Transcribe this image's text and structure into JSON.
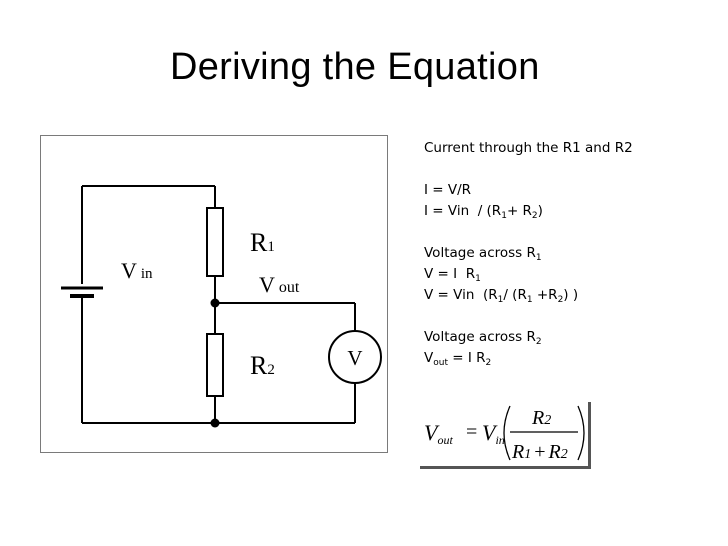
{
  "slide": {
    "title": "Deriving the Equation"
  },
  "circuit": {
    "vin_label": "V",
    "vin_sub": "in",
    "r1_label": "R",
    "r1_sub": "1",
    "r2_label": "R",
    "r2_sub": "2",
    "vout_label": "V",
    "vout_sub": "out",
    "meter_label": "V"
  },
  "notes": {
    "l1": "Current through the R1 and R2",
    "l2": "I = V/R",
    "l3a": "I = Vin  / (R",
    "l3b": "1",
    "l3c": "+ R",
    "l3d": "2",
    "l3e": ")",
    "l4a": "Voltage across R",
    "l4b": "1",
    "l5a": "V = I  R",
    "l5b": "1",
    "l6a": "V = Vin  (R",
    "l6b": "1",
    "l6c": "/ (R",
    "l6d": "1",
    "l6e": " +R",
    "l6f": "2",
    "l6g": ") )",
    "l7a": "Voltage across R",
    "l7b": "2",
    "l8a": "V",
    "l8b": "out",
    "l8c": " = I R",
    "l8d": "2"
  },
  "formula": {
    "lhs_v": "V",
    "lhs_sub": "out",
    "eq": "=",
    "rhs_v": "V",
    "rhs_sub": "in",
    "num_r": "R",
    "num_sub": "2",
    "den_r1": "R",
    "den_sub1": "1",
    "den_plus": "+",
    "den_r2": "R",
    "den_sub2": "2"
  }
}
